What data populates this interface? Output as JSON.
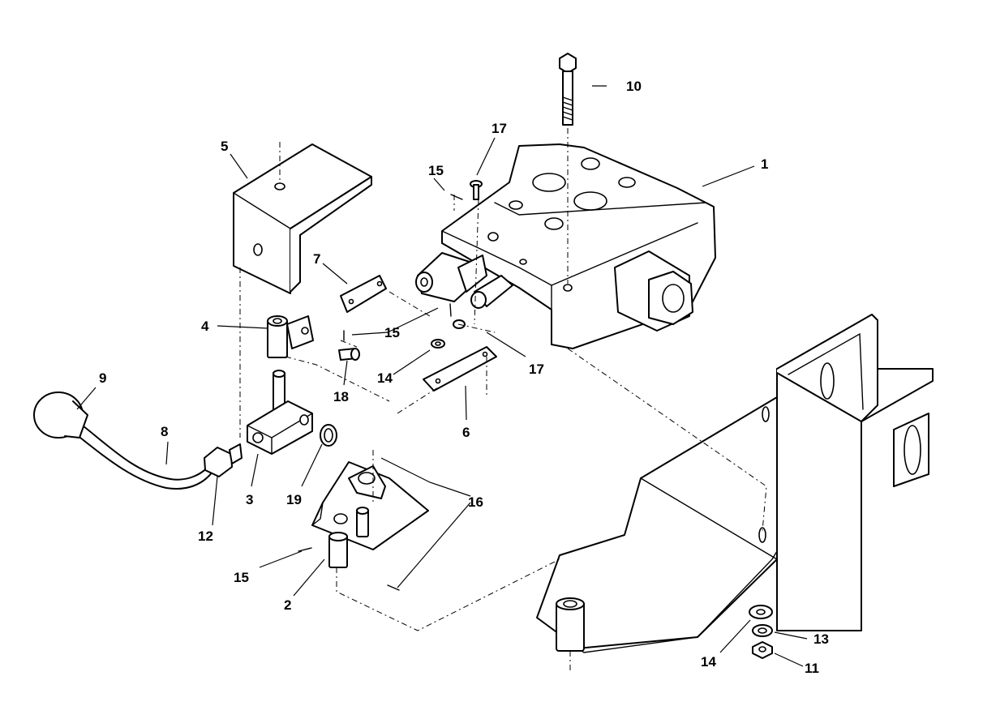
{
  "diagram": {
    "callouts": [
      {
        "id": "p1",
        "label": "1"
      },
      {
        "id": "p2",
        "label": "2"
      },
      {
        "id": "p3",
        "label": "3"
      },
      {
        "id": "p4",
        "label": "4"
      },
      {
        "id": "p5",
        "label": "5"
      },
      {
        "id": "p6",
        "label": "6"
      },
      {
        "id": "p7",
        "label": "7"
      },
      {
        "id": "p8",
        "label": "8"
      },
      {
        "id": "p9",
        "label": "9"
      },
      {
        "id": "p10",
        "label": "10"
      },
      {
        "id": "p11",
        "label": "11"
      },
      {
        "id": "p12",
        "label": "12"
      },
      {
        "id": "p13",
        "label": "13"
      },
      {
        "id": "p14a",
        "label": "14"
      },
      {
        "id": "p14b",
        "label": "14"
      },
      {
        "id": "p15a",
        "label": "15"
      },
      {
        "id": "p15b",
        "label": "15"
      },
      {
        "id": "p15c",
        "label": "15"
      },
      {
        "id": "p16",
        "label": "16"
      },
      {
        "id": "p17a",
        "label": "17"
      },
      {
        "id": "p17b",
        "label": "17"
      },
      {
        "id": "p18",
        "label": "18"
      },
      {
        "id": "p19",
        "label": "19"
      }
    ]
  }
}
